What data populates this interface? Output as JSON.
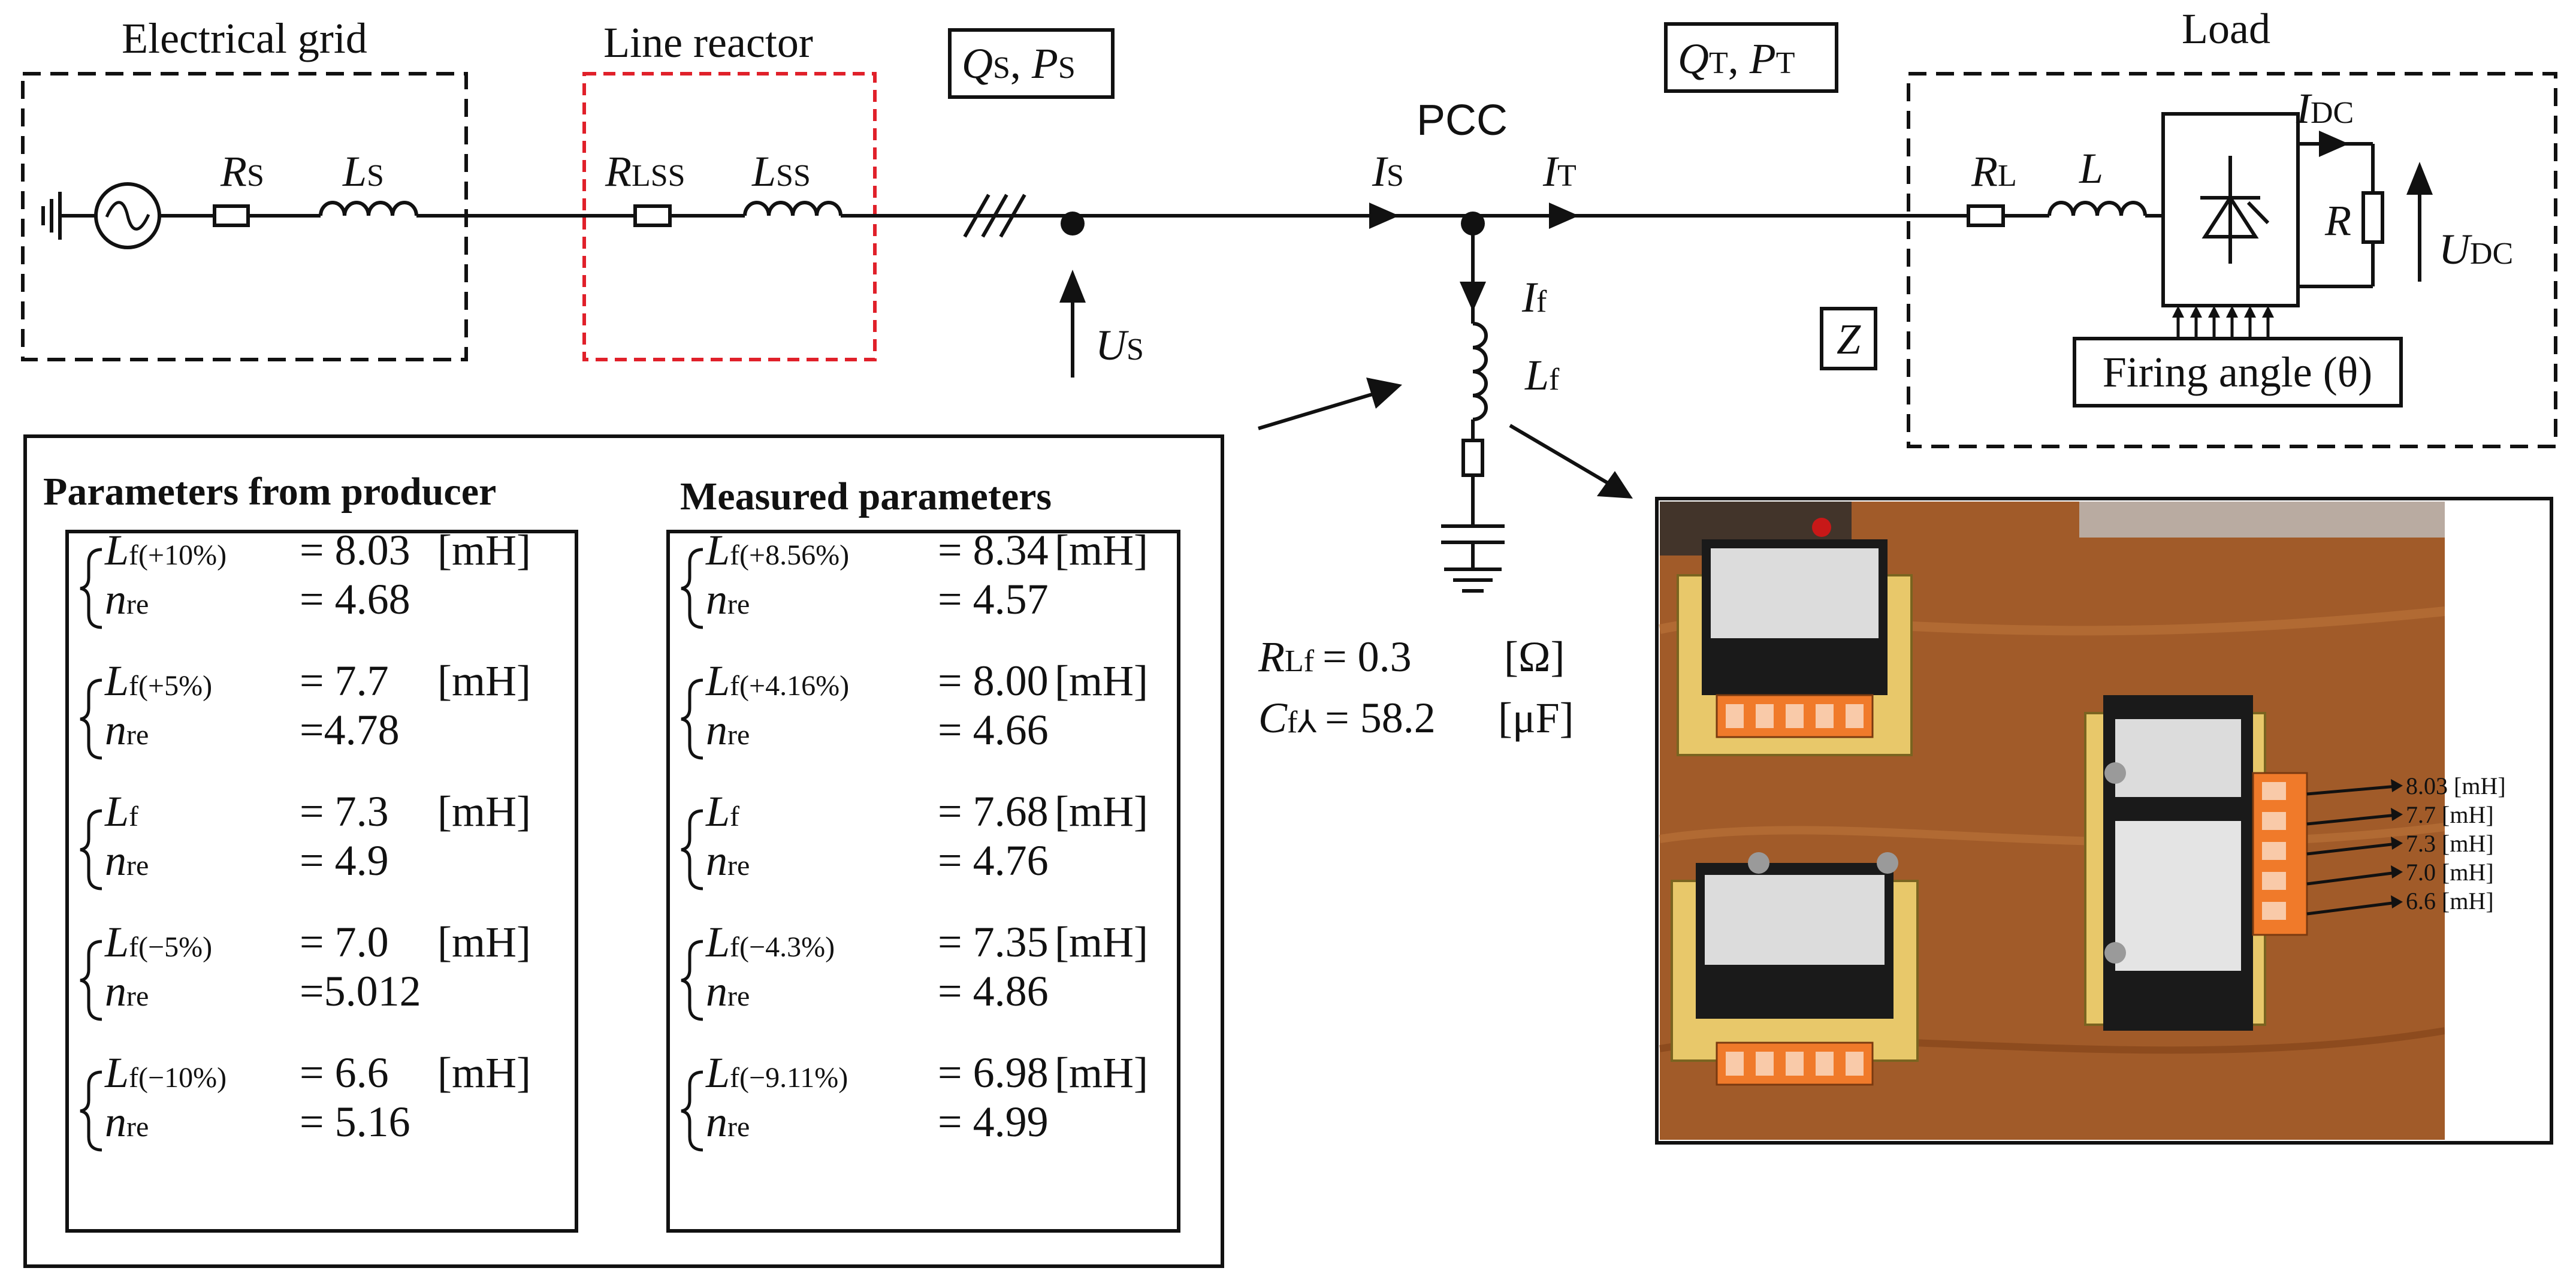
{
  "labels": {
    "grid_title": "Electrical grid",
    "reactor_title": "Line reactor",
    "load_title": "Load",
    "pcc": "PCC",
    "source_power": {
      "q": "Q",
      "q_sub": "S",
      "p": "P",
      "p_sub": "S"
    },
    "load_power": {
      "q": "Q",
      "q_sub": "T",
      "p": "P",
      "p_sub": "T"
    },
    "rs": {
      "main": "R",
      "sub": "S"
    },
    "ls": {
      "main": "L",
      "sub": "S"
    },
    "rlss": {
      "main": "R",
      "sub": "LSS"
    },
    "lss": {
      "main": "L",
      "sub": "SS"
    },
    "is": {
      "main": "I",
      "sub": "S"
    },
    "it": {
      "main": "I",
      "sub": "T"
    },
    "us": {
      "main": "U",
      "sub": "S"
    },
    "if": {
      "main": "I",
      "sub": "f"
    },
    "lf": {
      "main": "L",
      "sub": "f"
    },
    "rl": {
      "main": "R",
      "sub": "L"
    },
    "l": "L",
    "r": "R",
    "idc": {
      "main": "I",
      "sub": "DC"
    },
    "udc": {
      "main": "U",
      "sub": "DC"
    },
    "z": "Z",
    "firing_angle": "Firing angle (θ)"
  },
  "filter_values": {
    "rlf": {
      "name": "R",
      "sub": "Lf",
      "eq": "= 0.3",
      "unit": "[Ω]"
    },
    "cf": {
      "name": "C",
      "sub": "f⅄",
      "eq": "= 58.2",
      "unit": "[μF]"
    }
  },
  "params": {
    "producer_title": "Parameters from producer",
    "measured_title": "Measured parameters",
    "producer": [
      {
        "l_sub": "f(+10%)",
        "l_val": "= 8.03",
        "unit": "[mH]",
        "n_sub": "re",
        "n_val": "= 4.68"
      },
      {
        "l_sub": "f(+5%)",
        "l_val": "= 7.7",
        "unit": "[mH]",
        "n_sub": "re",
        "n_val": "=4.78"
      },
      {
        "l_sub": "f",
        "l_val": "= 7.3",
        "unit": "[mH]",
        "n_sub": "re",
        "n_val": "= 4.9"
      },
      {
        "l_sub": "f(−5%)",
        "l_val": "= 7.0",
        "unit": "[mH]",
        "n_sub": "re",
        "n_val": "=5.012"
      },
      {
        "l_sub": "f(−10%)",
        "l_val": "= 6.6",
        "unit": "[mH]",
        "n_sub": "re",
        "n_val": "= 5.16"
      }
    ],
    "measured": [
      {
        "l_sub": "f(+8.56%)",
        "l_val": "= 8.34",
        "unit": "[mH]",
        "n_sub": "re",
        "n_val": "= 4.57"
      },
      {
        "l_sub": "f(+4.16%)",
        "l_val": "= 8.00",
        "unit": "[mH]",
        "n_sub": "re",
        "n_val": "= 4.66"
      },
      {
        "l_sub": "f",
        "l_val": "= 7.68",
        "unit": "[mH]",
        "n_sub": "re",
        "n_val": "= 4.76"
      },
      {
        "l_sub": "f(−4.3%)",
        "l_val": "= 7.35",
        "unit": "[mH]",
        "n_sub": "re",
        "n_val": "= 4.86"
      },
      {
        "l_sub": "f(−9.11%)",
        "l_val": "= 6.98",
        "unit": "[mH]",
        "n_sub": "re",
        "n_val": "= 4.99"
      }
    ]
  },
  "photo_taps": [
    "8.03 [mH]",
    "7.7  [mH]",
    "7.3  [mH]",
    "7.0  [mH]",
    "6.6  [mH]"
  ],
  "colors": {
    "line_reactor_border": "#e0202a",
    "terminal_orange": "#f07a2a",
    "desk_wood": "#a8612c"
  }
}
